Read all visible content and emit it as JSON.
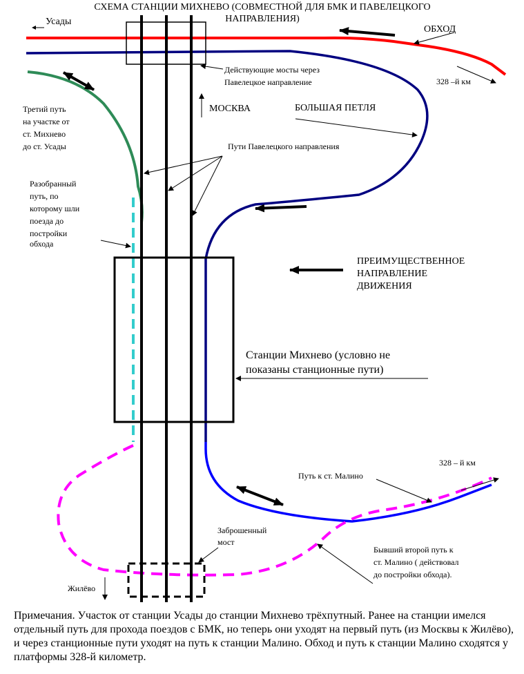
{
  "title": {
    "line1": "СХЕМА СТАНЦИИ МИХНЕВО (СОВМЕСТНОЙ ДЛЯ БМК И ПАВЕЛЕЦКОГО",
    "line2": "НАПРАВЛЕНИЯ)"
  },
  "labels": {
    "usady": "Усады",
    "obkhod": "ОБХОД",
    "km328_top": "328 –й км",
    "bridges": [
      "Действующие мосты через",
      "Павелецкое направление"
    ],
    "moskva": "МОСКВА",
    "big_loop": "БОЛЬШАЯ ПЕТЛЯ",
    "third_track": [
      "Третий путь",
      "на участке от",
      "ст. Михнево",
      "до ст. Усады"
    ],
    "paveletsky_tracks": "Пути Павелецкого направления",
    "dismantled": [
      "Разобранный",
      "путь, по",
      "которому шли",
      "поезда до",
      "постройки",
      "обхода"
    ],
    "preferred_direction": [
      "ПРЕИМУЩЕСТВЕННОЕ",
      "НАПРАВЛЕНИЕ",
      "ДВИЖЕНИЯ"
    ],
    "station": [
      "Станции Михнево (условно не",
      "показаны станционные пути)"
    ],
    "km328_bottom": "328 – й км",
    "malino_track": "Путь к ст. Малино",
    "abandoned_bridge": [
      "Заброшенный",
      "мост"
    ],
    "former_second": [
      "Бывший второй путь к",
      "ст. Малино ( действовал",
      "до постройки обхода)."
    ],
    "zhilevo": "Жилёво"
  },
  "note": "Примечания. Участок от станции Усады до станции Михнево трёхпутный. Ранее на станции имелся отдельный путь для прохода поездов с БМК, но теперь они уходят на первый путь (из Москвы к Жилёво), и через станционные пути уходят на путь к станции Малино. Обход и путь к станции Малино сходятся у платформы 328-й километр.",
  "colors": {
    "obkhod_red": "#ff0000",
    "loop_navy": "#000080",
    "malino_blue": "#0000ff",
    "third_track_green": "#2e8b57",
    "dismantled_cyan": "#33cccc",
    "former_magenta": "#ff00ff",
    "tracks_black": "#000000"
  }
}
